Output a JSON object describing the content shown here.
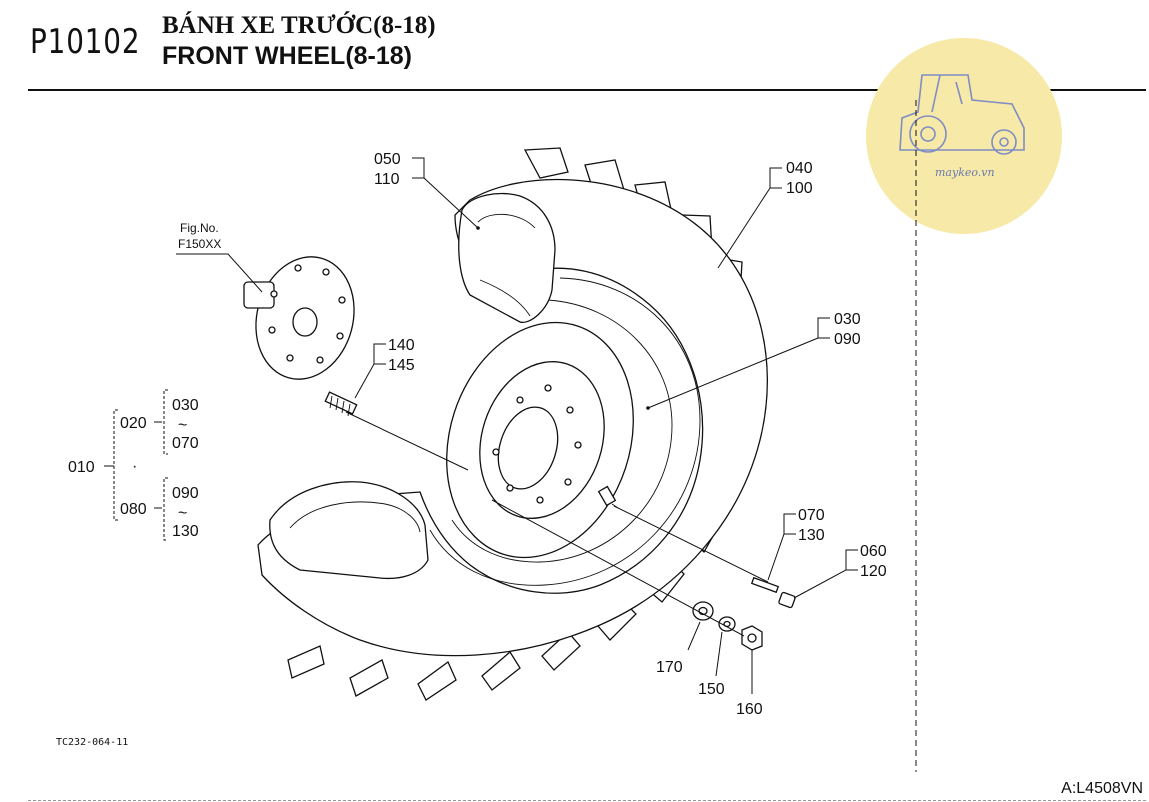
{
  "header": {
    "page_code": "P10102",
    "title_vn": "BÁNH XE TRƯỚC(8-18)",
    "title_en": "FRONT WHEEL(8-18)"
  },
  "figure_ref": {
    "line1": "Fig.No.",
    "line2": "F150XX"
  },
  "callouts": {
    "c050": "050",
    "c110": "110",
    "c040": "040",
    "c100": "100",
    "c030": "030",
    "c090": "090",
    "c140": "140",
    "c145": "145",
    "c070": "070",
    "c130": "130",
    "c060": "060",
    "c120": "120",
    "c170": "170",
    "c150": "150",
    "c160": "160"
  },
  "assembly_tree": {
    "root": "010",
    "group1": "020",
    "group1_from": "030",
    "group1_to": "070",
    "group2": "080",
    "group2_from": "090",
    "group2_to": "130",
    "tilde": "~",
    "dot": "·"
  },
  "drawing_code": "TC232-064-11",
  "page_ref": "A:L4508VN",
  "watermark": {
    "text": "maykeo.vn",
    "color": "#f7e9a8",
    "icon": "tractor-icon"
  }
}
